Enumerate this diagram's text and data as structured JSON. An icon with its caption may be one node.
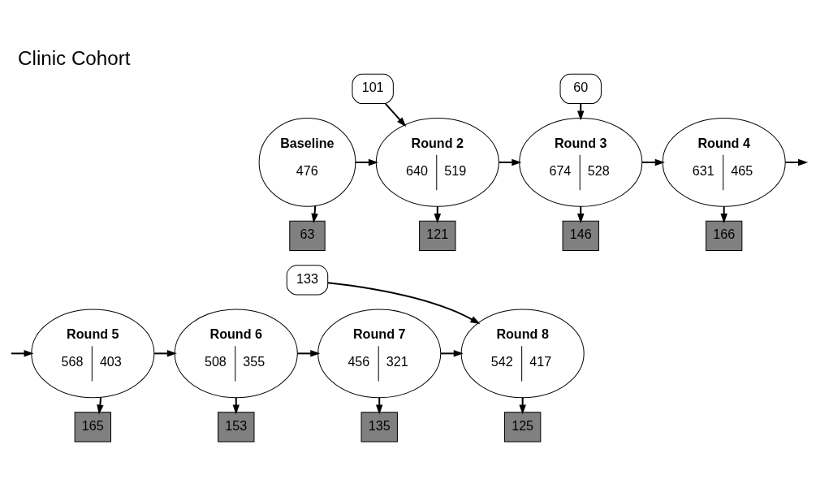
{
  "diagram": {
    "title": "Clinic Cohort",
    "nodes": [
      {
        "text": [
          "Baseline",
          "476"
        ]
      },
      {
        "text": [
          "101"
        ]
      },
      {
        "text": [
          "Round 2",
          "640",
          "519"
        ]
      },
      {
        "text": [
          "60"
        ]
      },
      {
        "text": [
          "Round 3",
          "674",
          "528"
        ]
      },
      {
        "text": [
          "Round 4",
          "631",
          "465"
        ]
      },
      {
        "text": [
          "63"
        ]
      },
      {
        "text": [
          "121"
        ]
      },
      {
        "text": [
          "146"
        ]
      },
      {
        "text": [
          "166"
        ]
      },
      {
        "text": [
          "Round 5",
          "568",
          "403"
        ]
      },
      {
        "text": [
          "Round 6",
          "508",
          "355"
        ]
      },
      {
        "text": [
          "Round 7",
          "456",
          "321"
        ]
      },
      {
        "text": [
          "133"
        ]
      },
      {
        "text": [
          "Round 8",
          "542",
          "417"
        ]
      },
      {
        "text": [
          "165"
        ]
      },
      {
        "text": [
          "153"
        ]
      },
      {
        "text": [
          "135"
        ]
      },
      {
        "text": [
          "125"
        ]
      }
    ],
    "edges": [
      {
        "from": 0,
        "to": 2,
        "arrow": "to"
      },
      {
        "from": 2,
        "to": 4,
        "arrow": "to"
      },
      {
        "from": 4,
        "to": 5,
        "arrow": "to"
      },
      {
        "from": 5,
        "to": null,
        "arrow": "to"
      },
      {
        "from": null,
        "to": 10,
        "arrow": "to"
      },
      {
        "from": 10,
        "to": 11,
        "arrow": "to"
      },
      {
        "from": 11,
        "to": 12,
        "arrow": "to"
      },
      {
        "from": 12,
        "to": 14,
        "arrow": "to"
      },
      {
        "from": 1,
        "to": 2,
        "arrow": "to"
      },
      {
        "from": 3,
        "to": 4,
        "arrow": "to"
      },
      {
        "from": 13,
        "to": 14,
        "arrow": "to"
      },
      {
        "from": 0,
        "to": 6,
        "arrow": "to"
      },
      {
        "from": 2,
        "to": 7,
        "arrow": "to"
      },
      {
        "from": 4,
        "to": 8,
        "arrow": "to"
      },
      {
        "from": 5,
        "to": 9,
        "arrow": "to"
      },
      {
        "from": 10,
        "to": 15,
        "arrow": "to"
      },
      {
        "from": 11,
        "to": 16,
        "arrow": "to"
      },
      {
        "from": 12,
        "to": 17,
        "arrow": "to"
      },
      {
        "from": 14,
        "to": 18,
        "arrow": "to"
      }
    ]
  }
}
